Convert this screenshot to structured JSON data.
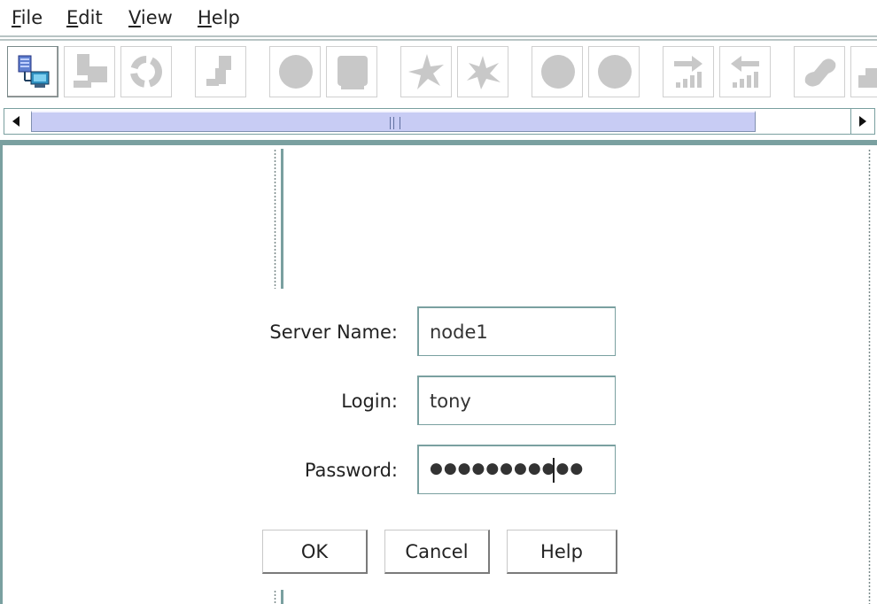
{
  "menu": {
    "items": [
      {
        "label": "File",
        "mnemonic": "F",
        "rest": "ile"
      },
      {
        "label": "Edit",
        "mnemonic": "E",
        "rest": "dit"
      },
      {
        "label": "View",
        "mnemonic": "V",
        "rest": "iew"
      },
      {
        "label": "Help",
        "mnemonic": "H",
        "rest": "elp"
      }
    ]
  },
  "toolbar": {
    "buttons": [
      {
        "icon": "network-computers-icon",
        "enabled": true
      },
      {
        "icon": "computer-disabled-icon",
        "enabled": false
      },
      {
        "icon": "refresh-disabled-icon",
        "enabled": false
      },
      {
        "icon": "plug-disabled-icon",
        "enabled": false
      },
      {
        "icon": "circle-disabled-icon",
        "enabled": false
      },
      {
        "icon": "scroll-disabled-icon",
        "enabled": false
      },
      {
        "icon": "splat-disabled-icon",
        "enabled": false
      },
      {
        "icon": "splat-alt-disabled-icon",
        "enabled": false
      },
      {
        "icon": "circle-disabled-icon",
        "enabled": false
      },
      {
        "icon": "circle-disabled-icon",
        "enabled": false
      },
      {
        "icon": "export-chart-disabled-icon",
        "enabled": false
      },
      {
        "icon": "import-chart-disabled-icon",
        "enabled": false
      },
      {
        "icon": "link-disabled-icon",
        "enabled": false
      },
      {
        "icon": "partial-disabled-icon",
        "enabled": false
      }
    ]
  },
  "scrollbar": {
    "thumb_fraction": 0.83
  },
  "login_form": {
    "server_name_label": "Server Name:",
    "server_name_value": "node1",
    "login_label": "Login:",
    "login_value": "tony",
    "password_label": "Password:",
    "password_value": "●●●●●●●●●●●",
    "ok_label": "OK",
    "cancel_label": "Cancel",
    "help_label": "Help"
  },
  "colors": {
    "accent": "#7aa0a0",
    "scroll_thumb": "#c8ccf4",
    "disabled_icon": "#c8c8c8"
  }
}
